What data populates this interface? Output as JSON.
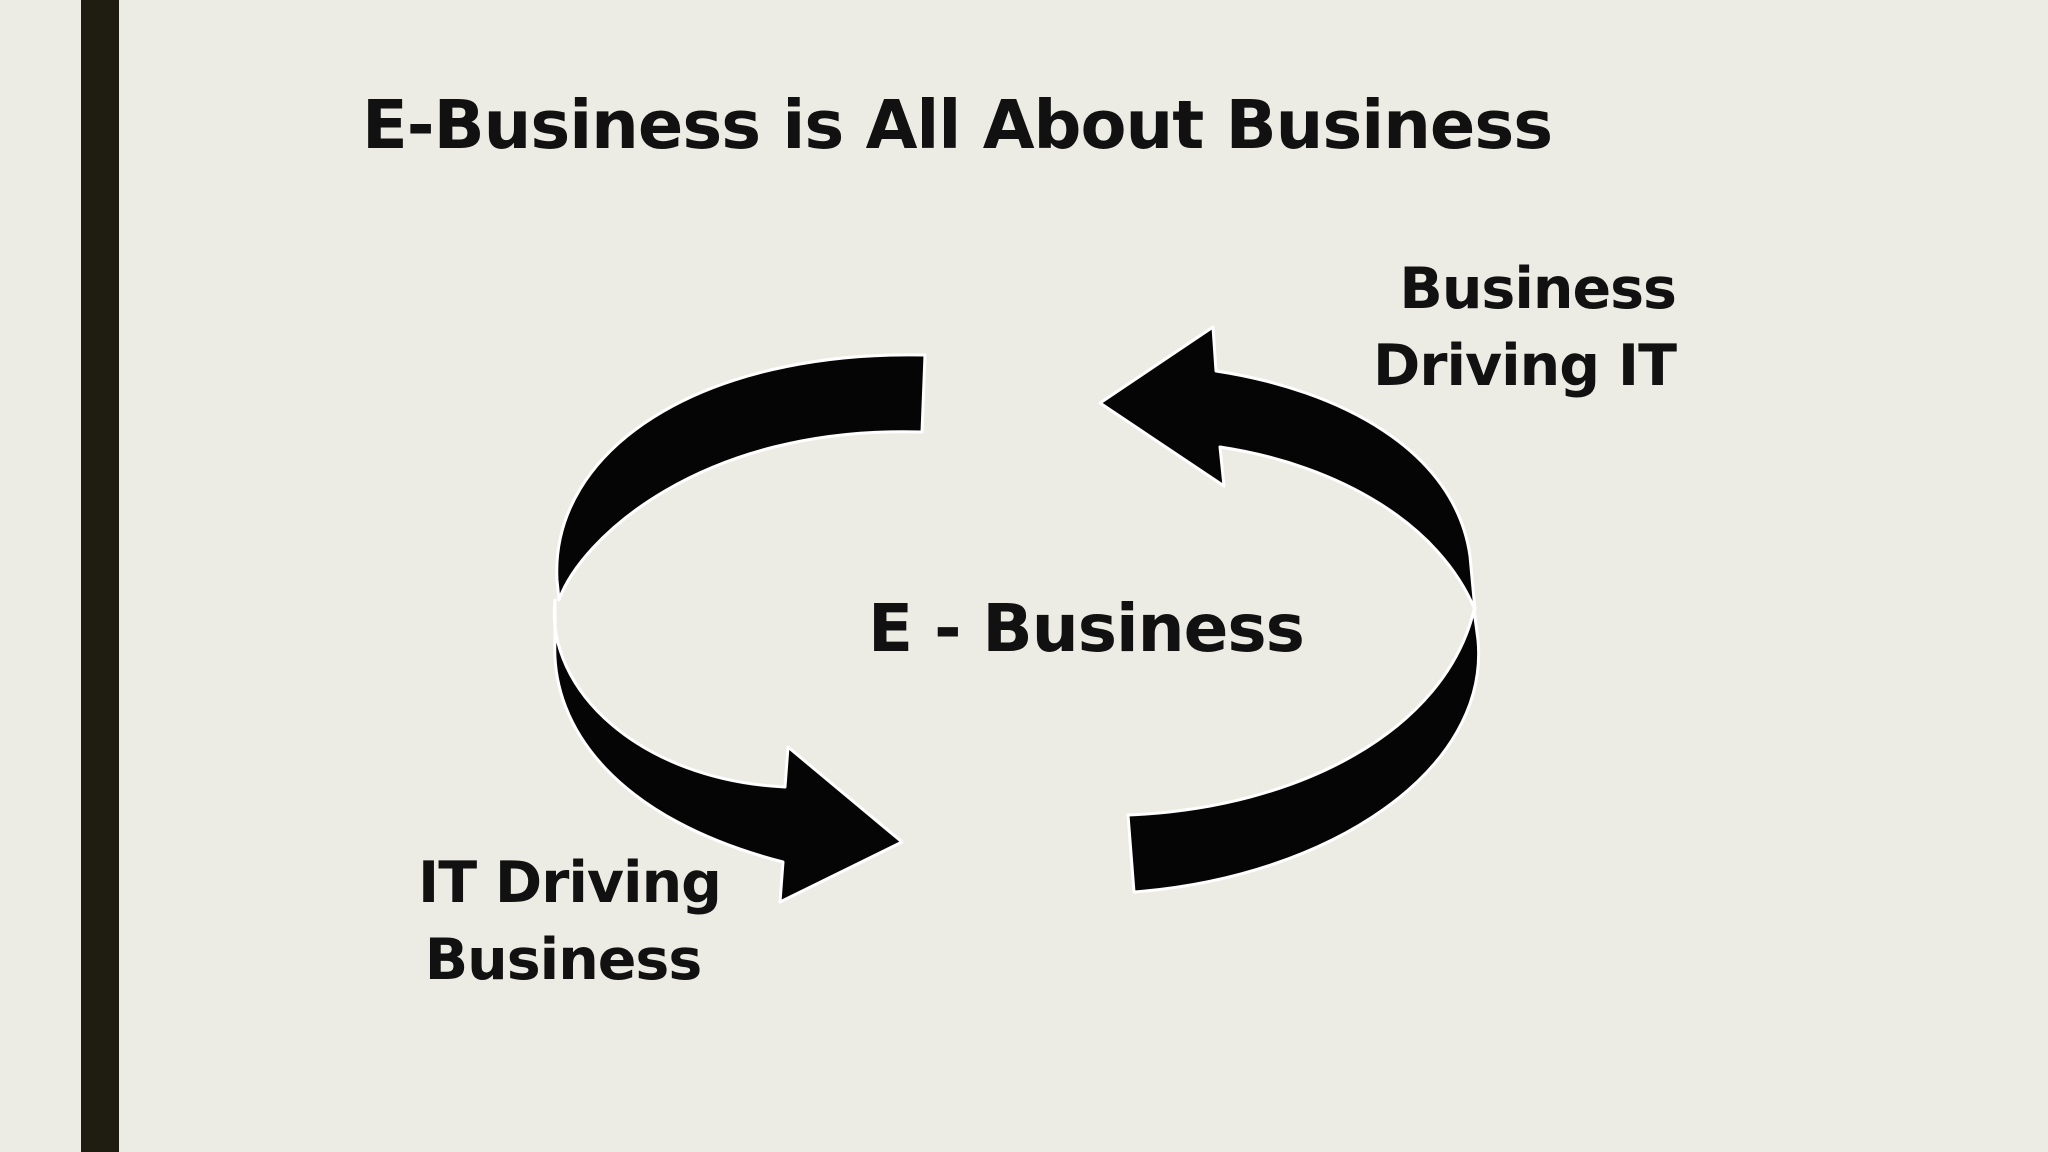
{
  "slide": {
    "title": "E-Business is All About Business"
  },
  "diagram": {
    "center_label": "E - Business",
    "top_right_label": {
      "line1": "Business",
      "line2": "Driving IT"
    },
    "bottom_left_label": {
      "line1": "IT Driving",
      "line2": "Business"
    }
  }
}
